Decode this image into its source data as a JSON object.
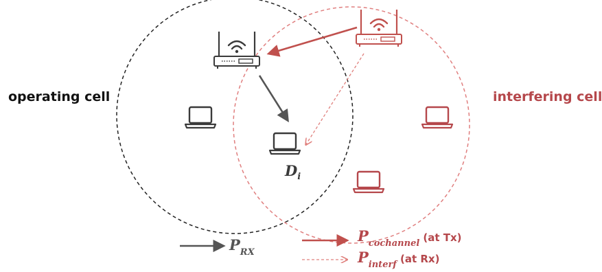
{
  "labels": {
    "operating_cell": "operating cell",
    "interfering_cell": "interfering cell"
  },
  "device": {
    "main": "D",
    "sub": "i"
  },
  "legend": {
    "rx": {
      "main": "P",
      "sub": "RX",
      "note": ""
    },
    "cochannel": {
      "main": "P",
      "sub": "cochannel",
      "note": "(at Tx)"
    },
    "interf": {
      "main": "P",
      "sub": "interf",
      "note": "(at Rx)"
    }
  },
  "colors": {
    "operating": "#3a3a3a",
    "interfering": "#b5474b",
    "interfering_light": "#e08a8a"
  },
  "icons": [
    "wifi-router-icon",
    "laptop-icon",
    "arrow-icon"
  ]
}
